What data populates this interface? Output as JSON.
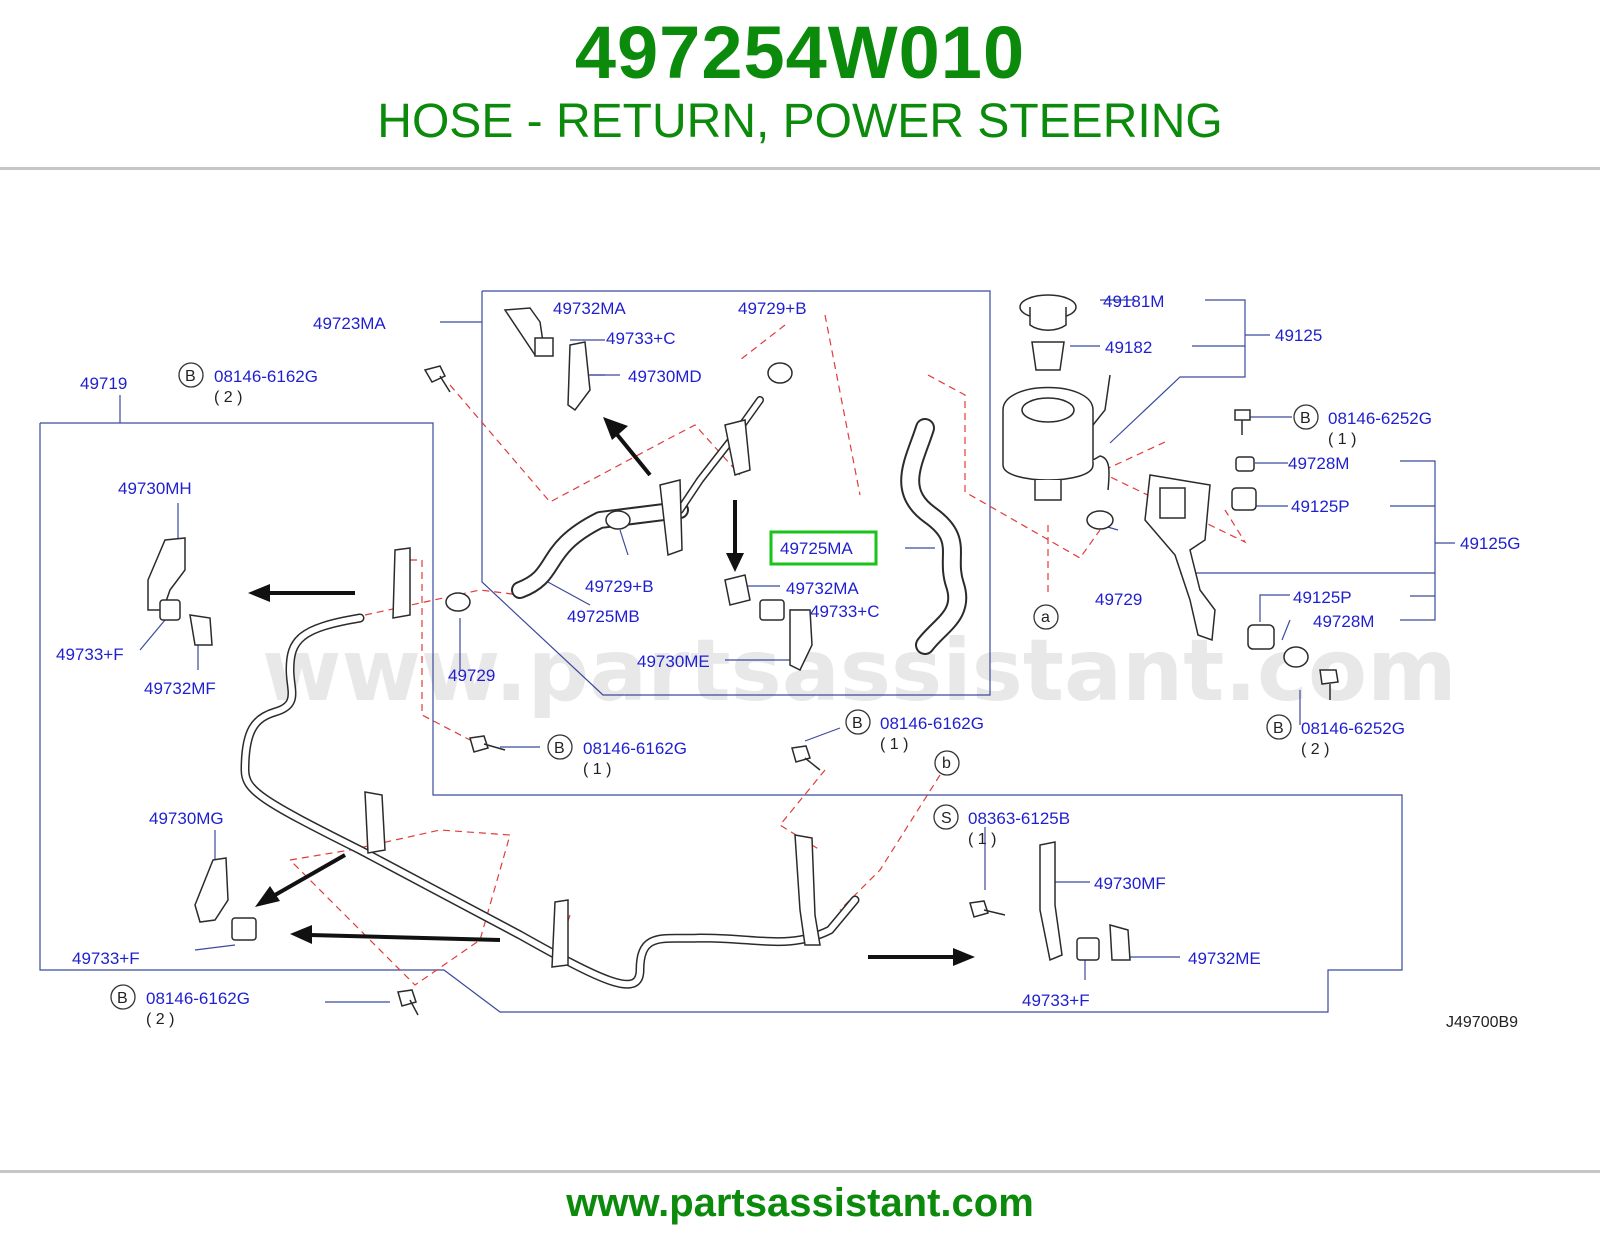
{
  "header": {
    "part_number": "497254W010",
    "description": "HOSE - RETURN, POWER STEERING"
  },
  "footer": {
    "url": "www.partsassistant.com"
  },
  "watermark": "www.partsassistant.com",
  "diagram_code": "J49700B9",
  "highlight_color": "#18c418",
  "brand_color": "#0b8a0b",
  "label_color": "#1f1fd0",
  "labels": {
    "l49723MA": "49723MA",
    "l49732MA_top": "49732MA",
    "l49733C_top": "49733+C",
    "l49730MD": "49730MD",
    "l49729B_top": "49729+B",
    "l49181M": "49181M",
    "l49182": "49182",
    "l49125": "49125",
    "l49719": "49719",
    "b1_code": "08146-6162G",
    "b1_qty": "( 2 )",
    "b2_code": "08146-6252G",
    "b2_qty": "( 1 )",
    "l49728M_top": "49728M",
    "l49125P_top": "49125P",
    "l49125G": "49125G",
    "l49730MH": "49730MH",
    "l49725MA": "49725MA",
    "l49729B_mid": "49729+B",
    "l49725MB": "49725MB",
    "l49732MA_mid": "49732MA",
    "l49733C_mid": "49733+C",
    "l49729_right": "49729",
    "l49125P_bot": "49125P",
    "l49728M_bot": "49728M",
    "l49733F_left": "49733+F",
    "l49732MF": "49732MF",
    "l49730ME": "49730ME",
    "l49729_left": "49729",
    "b3_code": "08146-6252G",
    "b3_qty": "( 2 )",
    "b4_code": "08146-6162G",
    "b4_qty": "( 1 )",
    "b5_code": "08146-6162G",
    "b5_qty": "( 1 )",
    "l49730MG": "49730MG",
    "s1_code": "08363-6125B",
    "s1_qty": "( 1 )",
    "l49730MF": "49730MF",
    "l49733F_low": "49733+F",
    "l49732ME": "49732ME",
    "l49733F_bot": "49733+F",
    "b6_code": "08146-6162G",
    "b6_qty": "( 2 )"
  },
  "markers": {
    "B": "B",
    "S": "S",
    "a": "a",
    "b": "b"
  }
}
